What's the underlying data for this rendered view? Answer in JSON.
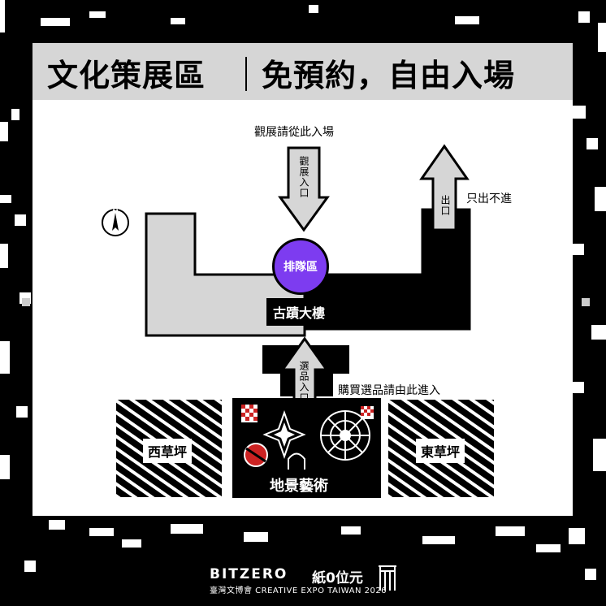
{
  "header": {
    "title": "文化策展區",
    "subtitle": "免預約，自由入場"
  },
  "map": {
    "entrance_note": "觀展請從此入場",
    "entrance_arrow_label": "觀展入口",
    "exit_arrow_label": "出口",
    "exit_note": "只出不進",
    "queue_label": "排隊區",
    "building_label": "古蹟大樓",
    "shop_arrow_label": "選品入口",
    "shop_note": "購買選品請由此進入",
    "west_lawn": "西草坪",
    "east_lawn": "東草坪",
    "land_art": "地景藝術",
    "compass_letter": "N",
    "colors": {
      "queue": "#7d3cf0",
      "title_bar": "#d6d6d6",
      "building_light": "#d6d6d6",
      "building_dark": "#000000"
    }
  },
  "footer": {
    "logo": "BITZERO",
    "logo_cn": "紙0位元",
    "tagline": "臺灣文博會 CREATIVE EXPO TAIWAN 2026",
    "icon": "gate-icon"
  }
}
